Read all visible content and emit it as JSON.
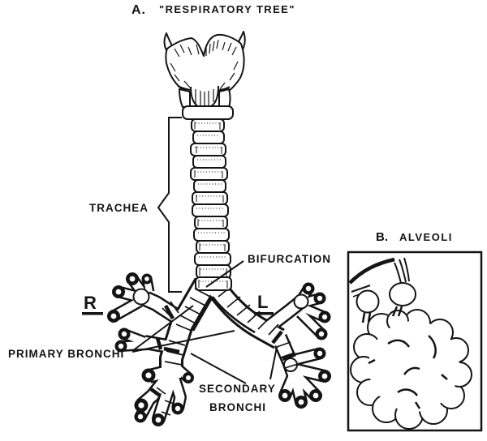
{
  "title": {
    "prefix": "A.",
    "label": "\"RESPIRATORY TREE\""
  },
  "labels": {
    "trachea": "TRACHEA",
    "bifurcation": "BIFURCATION",
    "right_marker": "R",
    "left_marker": "L",
    "primary_bronchi": "PRIMARY BRONCHI",
    "secondary_bronchi_line1": "SECONDARY",
    "secondary_bronchi_line2": "BRONCHI"
  },
  "inset": {
    "prefix": "B.",
    "label": "ALVEOLI"
  },
  "colors": {
    "ink": "#141414",
    "background": "#ffffff"
  }
}
